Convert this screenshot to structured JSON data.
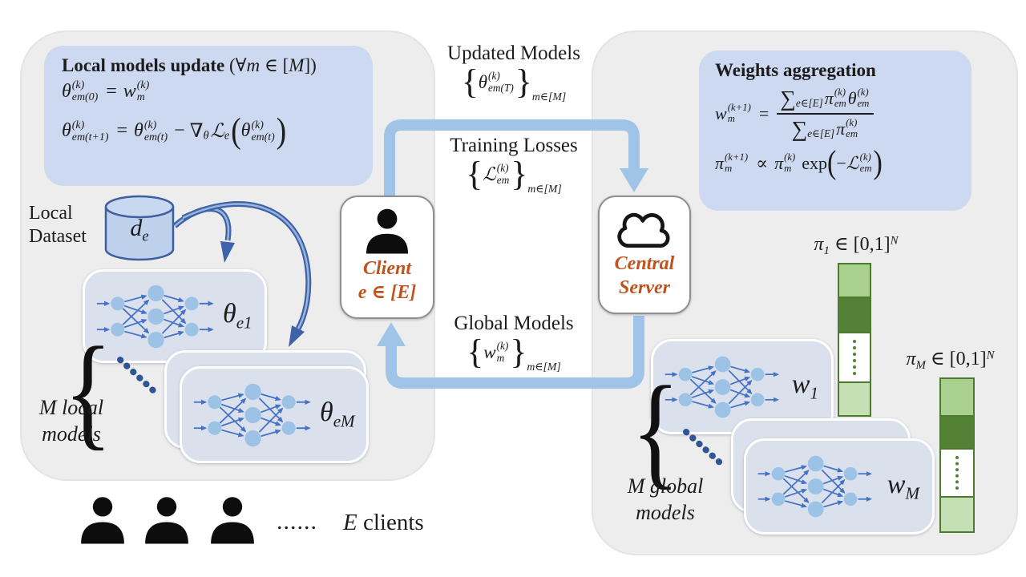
{
  "colors": {
    "panel_bg": "#ededee",
    "formula_box_bg": "#cdd9f0",
    "loop_arrow_blue": "#a0c4e7",
    "edge_blue": "#4472c4",
    "node_blue": "#9cc2e5",
    "curve_arrow_blue": "#3e63a8",
    "accent_orange": "#c0531d",
    "dataset_fill": "#bdd0ec",
    "green_light": "#a9d08e",
    "green_dark": "#538135",
    "green_pale": "#c5e0b4",
    "green_border": "#4e7a2d",
    "dots_dark_blue": "#2e5596"
  },
  "left_panel": {
    "update_box": {
      "title": "Local models update",
      "tail_pre": " (∀",
      "tail_m": "m",
      "tail_mid": " ∈ [",
      "tail_M": "M",
      "tail_end": "])",
      "init": {
        "lhs_base": "θ",
        "lhs_sup": "(k)",
        "lhs_sub": "em(0)",
        "rel": "=",
        "rhs_base": "w",
        "rhs_sup": "(k)",
        "rhs_sub": "m"
      },
      "step": {
        "a_base": "θ",
        "a_sup": "(k)",
        "a_sub": "em(t+1)",
        "rel": "=",
        "b_base": "θ",
        "b_sup": "(k)",
        "b_sub": "em(t)",
        "op": "−",
        "nabla": "∇",
        "nabla_sub": "θ",
        "loss": "ℒ",
        "loss_sub": "e",
        "lp": "(",
        "c_base": "θ",
        "c_sup": "(k)",
        "c_sub": "em(t)",
        "rp": ")"
      }
    },
    "dataset": {
      "label_line1": "Local",
      "label_line2": "Dataset",
      "symbol_base": "d",
      "symbol_sub": "e"
    },
    "theta1_card": {
      "base": "θ",
      "sub": "e1"
    },
    "thetaM_card": {
      "base": "θ",
      "sub": "eM"
    },
    "brace_label": {
      "line1": "M local",
      "line2": "models"
    },
    "clients_row": {
      "dots": "......",
      "e": "E",
      "rest": " clients"
    }
  },
  "middle": {
    "client_box": {
      "line1": "Client",
      "line2": "e ∈ [E]"
    },
    "updated_models": {
      "label": "Updated Models",
      "set": {
        "lb": "{",
        "base": "θ",
        "sup": "(k)",
        "sub": "em(T)",
        "rb": "}",
        "outer": "m∈[M]"
      }
    },
    "training_losses": {
      "label": "Training Losses",
      "set": {
        "lb": "{",
        "base": "ℒ",
        "sup": "(k)",
        "sub": "em",
        "rb": "}",
        "outer": "m∈[M]"
      }
    },
    "global_models": {
      "label": "Global Models",
      "set": {
        "lb": "{",
        "base": "w",
        "sup": "(k)",
        "sub": "m",
        "rb": "}",
        "outer": "m∈[M]"
      }
    },
    "server_box": {
      "line1": "Central",
      "line2": "Server"
    }
  },
  "right_panel": {
    "agg_box": {
      "title": "Weights aggregation",
      "agg": {
        "lhs_base": "w",
        "lhs_sup": "(k+1)",
        "lhs_sub": "m",
        "rel": "=",
        "num_sum": "∑",
        "num_sum_sub": "e∈[E]",
        "num_pi": "π",
        "num_pi_sup": "(k)",
        "num_pi_sub": "em",
        "num_th": "θ",
        "num_th_sup": "(k)",
        "num_th_sub": "em",
        "den_sum": "∑",
        "den_sum_sub": "e∈[E]",
        "den_pi": "π",
        "den_pi_sup": "(k)",
        "den_pi_sub": "em"
      },
      "pi_update": {
        "lhs_base": "π",
        "lhs_sup": "(k+1)",
        "lhs_sub": "m",
        "rel": "∝",
        "rhs_base": "π",
        "rhs_sup": "(k)",
        "rhs_sub": "m",
        "exp": "exp",
        "lp": "(",
        "minus": "−",
        "loss": "ℒ",
        "loss_sup": "(k)",
        "loss_sub": "em",
        "rp": ")"
      }
    },
    "w1_card": {
      "base": "w",
      "sub": "1"
    },
    "wM_card": {
      "base": "w",
      "sub": "M"
    },
    "brace_label": {
      "line1": "M global",
      "line2": "models"
    },
    "pi1": {
      "base": "π",
      "sub": "1",
      "mid": " ∈ [0,1]",
      "sup": "N"
    },
    "piM": {
      "base": "π",
      "sub": "M",
      "mid": " ∈ [0,1]",
      "sup": "N"
    }
  }
}
